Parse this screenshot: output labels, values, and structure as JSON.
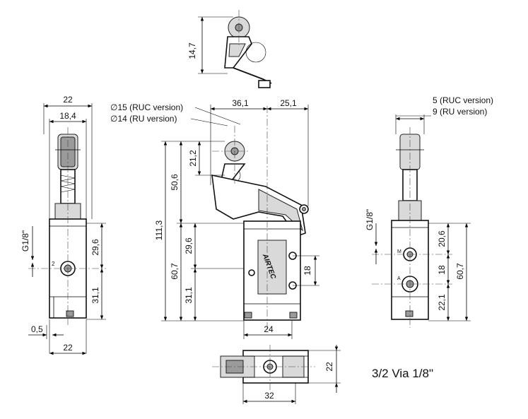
{
  "caption": "3/2 Via 1/8\"",
  "top_view": {
    "dim_height": "14,7"
  },
  "left_view": {
    "dim_width_22_top": "22",
    "dim_width_18_4": "18,4",
    "dim_thread": "G1/8\"",
    "dim_29_6": "29,6",
    "dim_31_1": "31,1",
    "dim_0_5": "0,5",
    "dim_width_22_bottom": "22",
    "port_label": "2"
  },
  "front_view": {
    "note_ruc": "∅15 (RUC version)",
    "note_ru": "∅14 (RU version)",
    "dim_36_1": "36,1",
    "dim_25_1": "25,1",
    "dim_21_2": "21,2",
    "dim_50_6": "50,6",
    "dim_111_3": "111,3",
    "dim_60_7": "60,7",
    "dim_29_6": "29,6",
    "dim_31_1": "31,1",
    "dim_18": "18",
    "dim_24": "24",
    "brand_text": "AIRTEC"
  },
  "right_view": {
    "note_ruc": "5 (RUC version)",
    "note_ru": "9 (RU version)",
    "dim_thread": "G1/8\"",
    "dim_20_6": "20,6",
    "dim_18": "18",
    "dim_22_1": "22,1",
    "dim_60_7": "60,7",
    "port_upper": "M",
    "port_lower": "A"
  },
  "bottom_view": {
    "dim_22": "22",
    "dim_32": "32"
  }
}
